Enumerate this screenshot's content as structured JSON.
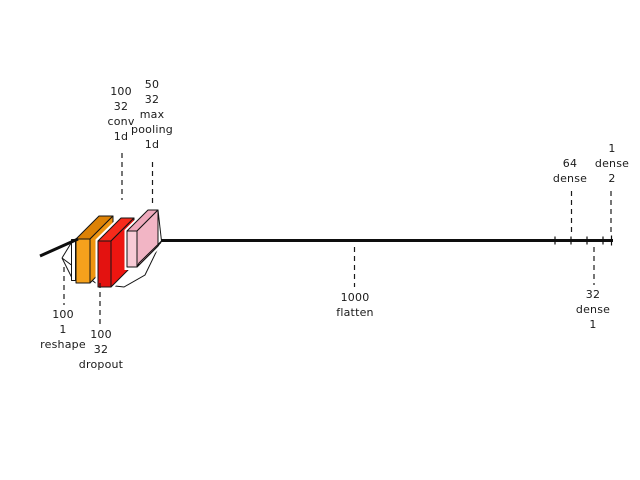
{
  "figure": {
    "background": "#ffffff",
    "ink": "#141414",
    "axis_color": "#0e0e0e",
    "label_color": "#1a1a1a",
    "layers": [
      {
        "name": "reshape",
        "lines": [
          "100",
          "1",
          "reshape"
        ],
        "label_side": "below",
        "colors": {
          "front": "#ffffff"
        }
      },
      {
        "name": "conv1d",
        "lines": [
          "100",
          "32",
          "conv",
          "1d"
        ],
        "label_side": "above",
        "colors": {
          "front": "#F5A11C",
          "top": "#DD8206",
          "side": "#EE9410"
        }
      },
      {
        "name": "dropout",
        "lines": [
          "100",
          "32",
          "dropout"
        ],
        "label_side": "below",
        "colors": {
          "front": "#E31210",
          "top": "#F62B1B",
          "side": "#ED1510"
        }
      },
      {
        "name": "max_pooling1d",
        "lines": [
          "50",
          "32",
          "max",
          "pooling",
          "1d"
        ],
        "label_side": "above",
        "colors": {
          "front": "#F8CBD6",
          "top": "#EFA9BC",
          "side": "#F2B5C5",
          "shade": "#E395A9"
        }
      },
      {
        "name": "flatten",
        "lines": [
          "1000",
          "flatten"
        ],
        "label_side": "below",
        "colors": {}
      },
      {
        "name": "dense",
        "lines": [
          "64",
          "dense"
        ],
        "label_side": "above",
        "colors": {}
      },
      {
        "name": "dense_1",
        "lines": [
          "32",
          "dense",
          "1"
        ],
        "label_side": "below",
        "colors": {}
      },
      {
        "name": "dense_2",
        "lines": [
          "1",
          "dense",
          "2"
        ],
        "label_side": "above",
        "colors": {}
      }
    ]
  }
}
